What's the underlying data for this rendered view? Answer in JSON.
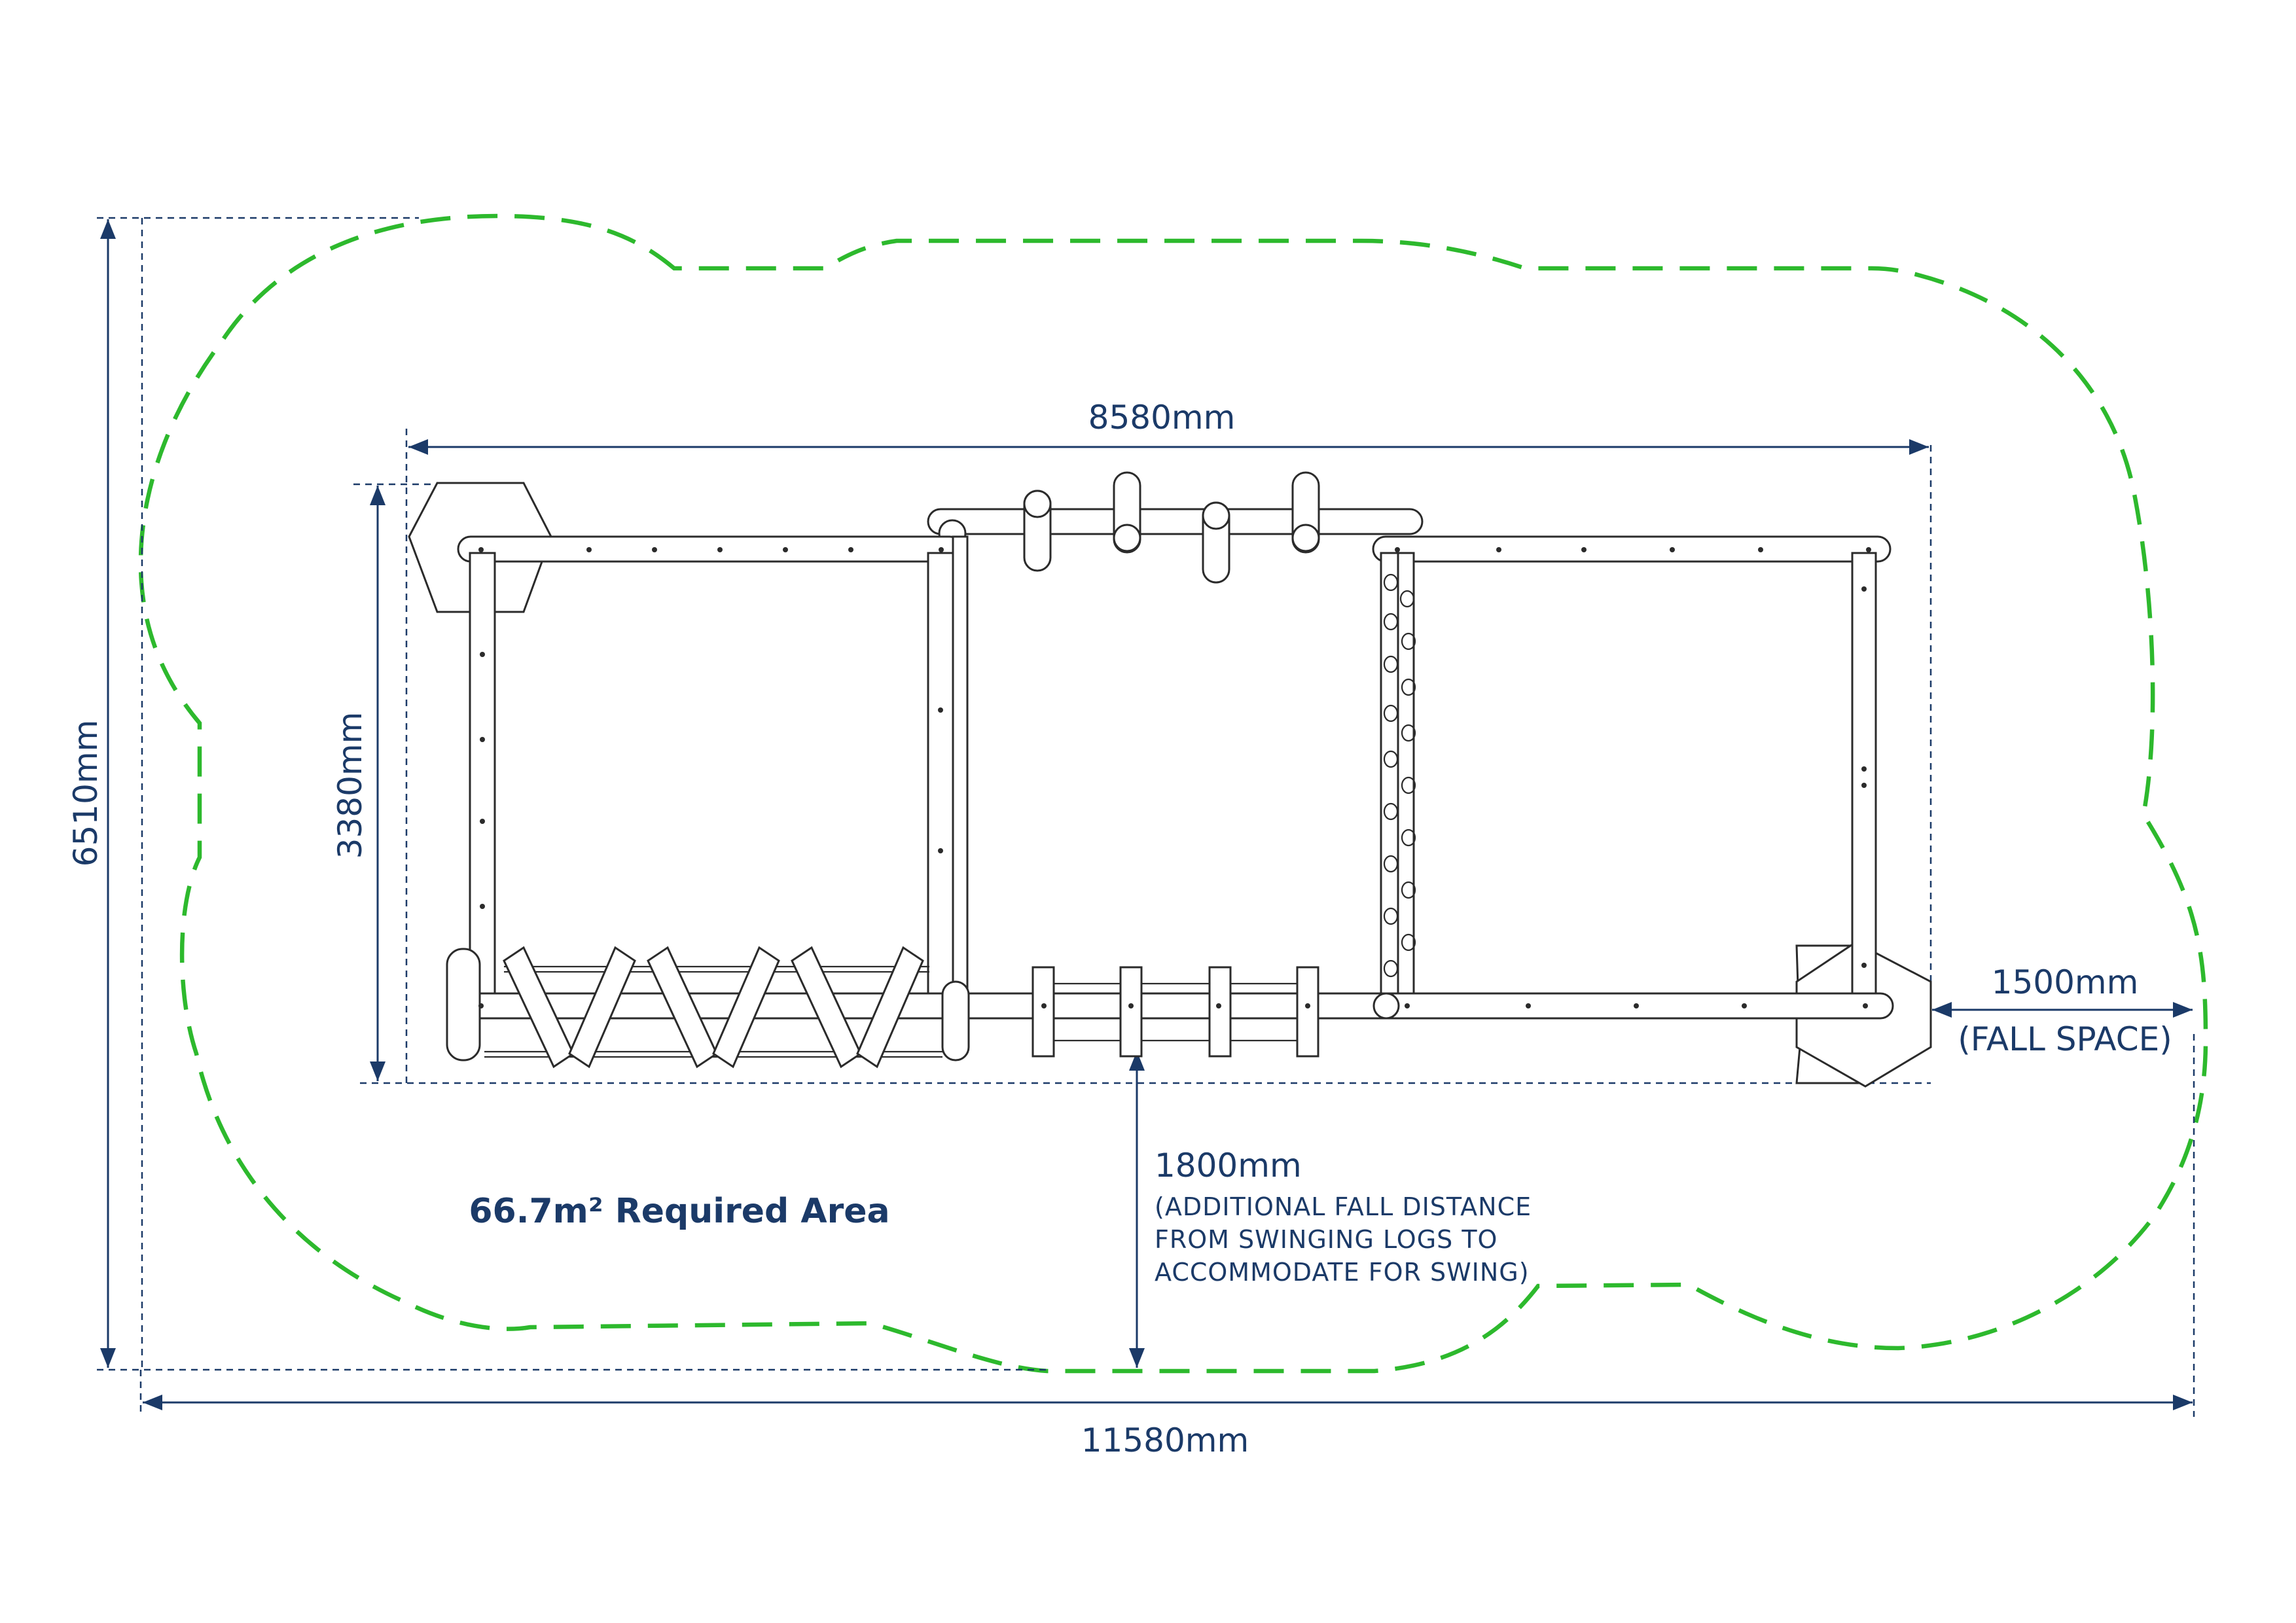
{
  "dimensions": {
    "top_width": "8580mm",
    "total_height": "6510mm",
    "equipment_height": "3380mm",
    "total_width": "11580mm",
    "fall_space_value": "1500mm",
    "fall_space_note": "(FALL SPACE)",
    "additional_fall_value": "1800mm",
    "additional_fall_note": [
      "(ADDITIONAL FALL DISTANCE",
      "FROM SWINGING LOGS TO",
      "ACCOMMODATE FOR SWING)"
    ]
  },
  "required_area": "66.7m² Required Area",
  "colors": {
    "boundary": "#2db92d",
    "dimension": "#1b3a68",
    "equipment": "#2b2b2b"
  }
}
